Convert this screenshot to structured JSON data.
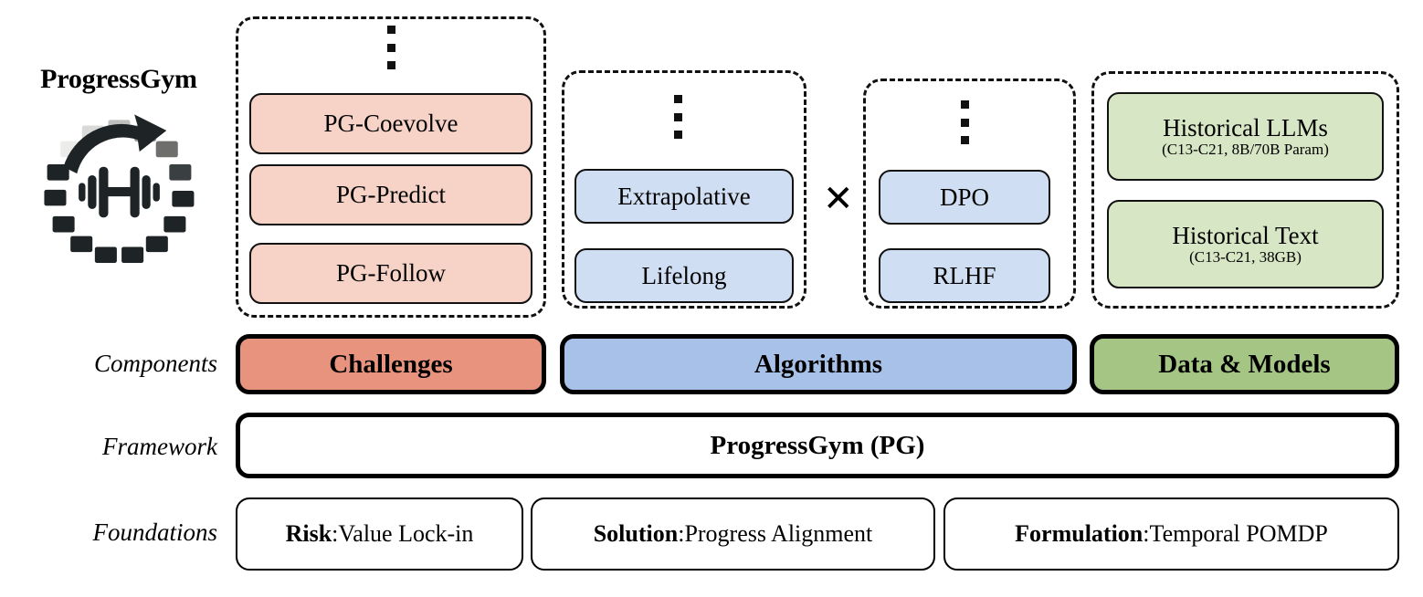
{
  "brand": {
    "title": "ProgressGym",
    "logo_icon": "progress-arrow-dumbbell-logo"
  },
  "row_labels": {
    "components": "Components",
    "framework": "Framework",
    "foundations": "Foundations"
  },
  "ellipsis_glyph": "vertical-ellipsis",
  "cross_glyph": "✕",
  "groups": {
    "challenges": {
      "items": [
        {
          "title": "PG-Coevolve",
          "sub": ""
        },
        {
          "title": "PG-Predict",
          "sub": ""
        },
        {
          "title": "PG-Follow",
          "sub": ""
        }
      ]
    },
    "algorithms_left": {
      "items": [
        {
          "title": "Extrapolative",
          "sub": ""
        },
        {
          "title": "Lifelong",
          "sub": ""
        }
      ]
    },
    "algorithms_right": {
      "items": [
        {
          "title": "DPO",
          "sub": ""
        },
        {
          "title": "RLHF",
          "sub": ""
        }
      ]
    },
    "data_models": {
      "items": [
        {
          "title": "Historical LLMs",
          "sub": "(C13-C21, 8B/70B Param)"
        },
        {
          "title": "Historical Text",
          "sub": "(C13-C21, 38GB)"
        }
      ]
    }
  },
  "components": [
    {
      "label": "Challenges",
      "color": "#E8937D"
    },
    {
      "label": "Algorithms",
      "color": "#A7C1E8"
    },
    {
      "label": "Data & Models",
      "color": "#A4C584"
    }
  ],
  "framework": {
    "label": "ProgressGym (PG)"
  },
  "foundations": [
    {
      "key": "Risk",
      "sep": ": ",
      "value": "Value Lock-in"
    },
    {
      "key": "Solution",
      "sep": ": ",
      "value": "Progress Alignment"
    },
    {
      "key": "Formulation",
      "sep": ": ",
      "value": "Temporal POMDP"
    }
  ],
  "colors": {
    "challenge_chip": "#F6D2C7",
    "algorithm_chip": "#CFDEF2",
    "data_chip": "#D7E6C4",
    "challenge_bar": "#E8937D",
    "algorithm_bar": "#A7C1E8",
    "data_bar": "#A4C584",
    "outline": "#000000"
  }
}
